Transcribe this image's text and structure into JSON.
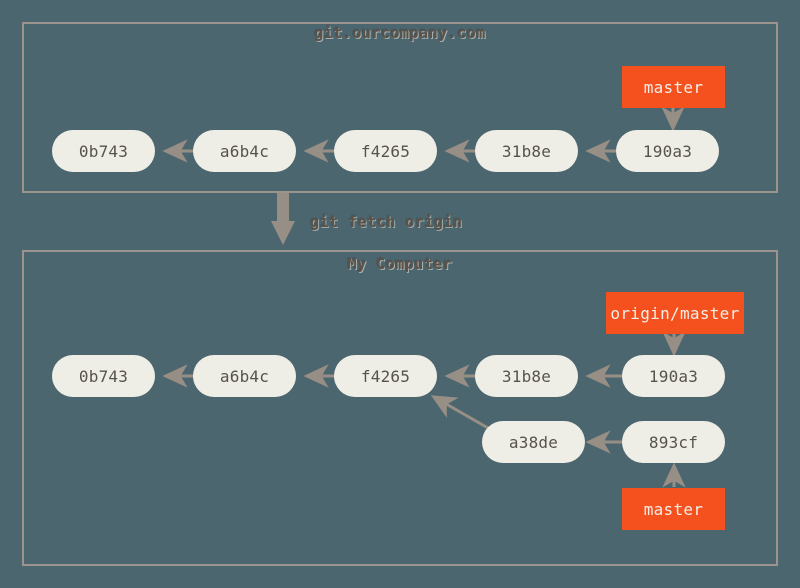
{
  "diagram": {
    "title": "git fetch origin",
    "background_color": "#4c6670",
    "frame_border_color": "#9a948c",
    "commit_fill_color": "#efeee6",
    "commit_text_color": "#57534c",
    "branch_label_color": "#f4511e",
    "branch_label_text_color": "#f2efe9",
    "arrow_color": "#978f85",
    "caption_text_color": "#5c5248"
  },
  "frames": {
    "remote": {
      "title": "git.ourcompany.com",
      "commits": [
        {
          "id": "0b743"
        },
        {
          "id": "a6b4c"
        },
        {
          "id": "f4265"
        },
        {
          "id": "31b8e"
        },
        {
          "id": "190a3"
        }
      ],
      "labels": [
        {
          "name": "master",
          "points_to": "190a3",
          "direction": "down"
        }
      ]
    },
    "local": {
      "title": "My Computer",
      "commits": [
        {
          "id": "0b743"
        },
        {
          "id": "a6b4c"
        },
        {
          "id": "f4265"
        },
        {
          "id": "31b8e"
        },
        {
          "id": "190a3"
        },
        {
          "id": "a38de"
        },
        {
          "id": "893cf"
        }
      ],
      "labels": [
        {
          "name": "origin/master",
          "points_to": "190a3",
          "direction": "down"
        },
        {
          "name": "master",
          "points_to": "893cf",
          "direction": "up"
        }
      ]
    }
  },
  "transition": {
    "command": "git fetch origin"
  }
}
